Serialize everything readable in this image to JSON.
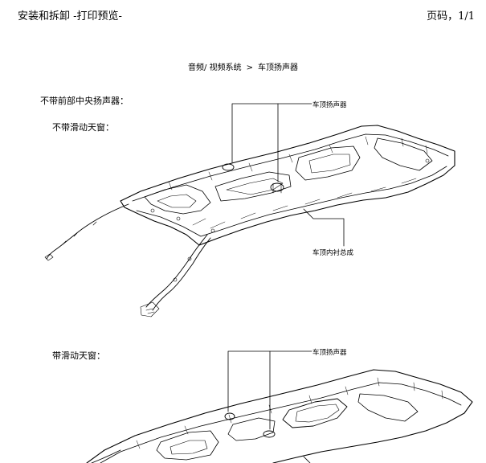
{
  "header": {
    "left": "安装和拆卸 -打印预览-",
    "right": "页码，1/1"
  },
  "breadcrumb": {
    "part1": "音频/ 视频系统",
    "separator": ">",
    "part2": "车顶扬声器"
  },
  "sections": {
    "no_center_speaker": "不带前部中央扬声器：",
    "no_sunroof": "不带滑动天窗：",
    "with_sunroof": "带滑动天窗："
  },
  "callouts": {
    "roof_speaker_1": "车顶扬声器",
    "headliner_assy": "车顶内衬总成",
    "roof_speaker_2": "车顶扬声器"
  }
}
